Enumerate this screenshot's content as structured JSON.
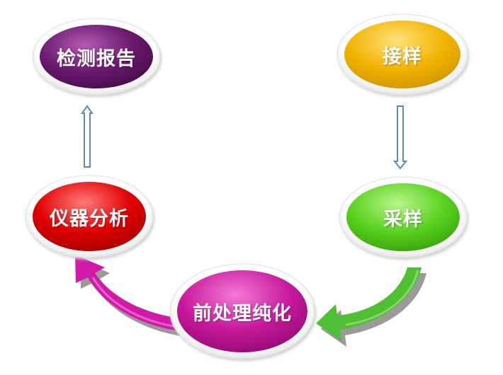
{
  "nodes": [
    {
      "id": "report",
      "label": "检测报告",
      "color": "#6B1870",
      "highlight": "#B25AB3"
    },
    {
      "id": "receive",
      "label": "接样",
      "color": "#F2B300",
      "highlight": "#FFE27A"
    },
    {
      "id": "sampling",
      "label": "采样",
      "color": "#58D21E",
      "highlight": "#B9F58C"
    },
    {
      "id": "pretreat",
      "label": "前处理纯化",
      "color": "#C8189D",
      "highlight": "#F27AD5"
    },
    {
      "id": "instrument",
      "label": "仪器分析",
      "color": "#E00000",
      "highlight": "#FF7A7A"
    }
  ],
  "colors": {
    "rim": "#E6E6E6",
    "arrow_outline": "#5E87C2",
    "arrow_fill": "#FFFFFF",
    "curve_green": "#4FC033",
    "curve_magenta": "#D21AA8",
    "curve_shadow": "#8F8F8F"
  }
}
